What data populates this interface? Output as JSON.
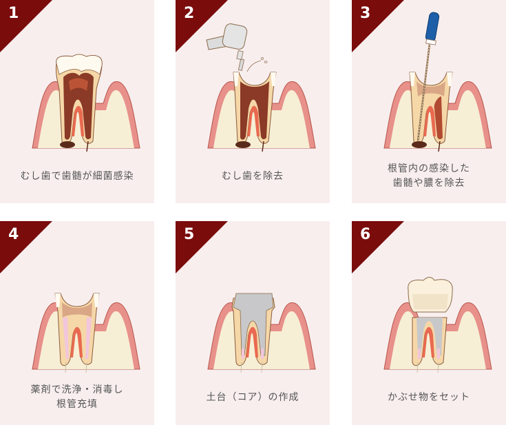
{
  "steps": [
    {
      "number": "1",
      "caption": [
        "むし歯で歯髄が細菌感染"
      ],
      "illustration": "infected-tooth"
    },
    {
      "number": "2",
      "caption": [
        "むし歯を除去"
      ],
      "illustration": "drill-removing-decay"
    },
    {
      "number": "3",
      "caption": [
        "根管内の感染した",
        "歯髄や膿を除去"
      ],
      "illustration": "file-cleaning-canal"
    },
    {
      "number": "4",
      "caption": [
        "薬剤で洗浄・消毒し",
        "根管充填"
      ],
      "illustration": "canal-filled"
    },
    {
      "number": "5",
      "caption": [
        "土台（コア）の作成"
      ],
      "illustration": "core-built"
    },
    {
      "number": "6",
      "caption": [
        "かぶせ物をセット"
      ],
      "illustration": "crown-placed"
    }
  ],
  "colors": {
    "badge": "#7a0c0c",
    "card_bg": "#f8eeee",
    "caption_text": "#555555",
    "gum": "#e8908a",
    "bone": "#f6efd6",
    "dentin": "#f5d7a8",
    "enamel": "#fffaf0",
    "pulp_infected": "#8a3a26",
    "pulp_nerve": "#e86a50",
    "filling_pink": "#f2c6dc",
    "core_gray": "#c8c8ca",
    "file_blue": "#1e5fa8"
  }
}
